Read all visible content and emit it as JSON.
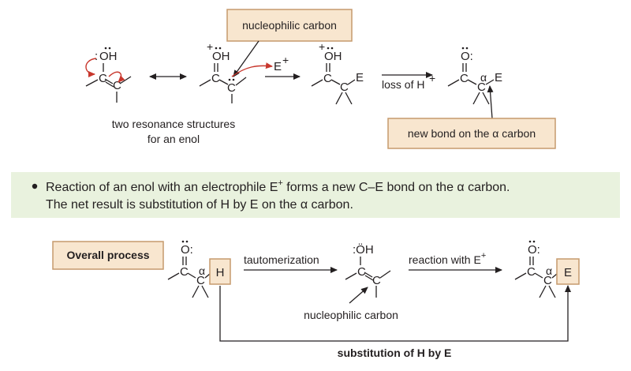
{
  "top": {
    "callout_top": "nucleophilic carbon",
    "oh": "OH",
    "plus": "+",
    "c": "C",
    "e": "E",
    "e_plus_E": "E",
    "e_plus_sup": "+",
    "loss_main": "loss of H",
    "loss_sup": "+",
    "o_colon": "O:",
    "alpha": "α",
    "resonance_line1": "two resonance structures",
    "resonance_line2": "for an enol",
    "callout_new_bond": "new bond on the α carbon"
  },
  "bullet": {
    "line1_a": "Reaction of an enol with an electrophile E",
    "line1_sup": "+",
    "line1_b": " forms a new C–E bond on the α carbon.",
    "line2": "The net result is substitution of H by E on the α carbon."
  },
  "bottom": {
    "overall_label": "Overall process",
    "tautomerization": "tautomerization",
    "reaction_main": "reaction with E",
    "reaction_sup": "+",
    "h_box": "H",
    "e_box": "E",
    "oh": ":ÖH",
    "nucleophilic_carbon": "nucleophilic carbon",
    "substitution": "substitution of H by E"
  },
  "colors": {
    "box_fill": "#f8e6cf",
    "box_border": "#c69a6d",
    "curved_arrow": "#c8372d",
    "highlight_band": "#e9f2de"
  }
}
